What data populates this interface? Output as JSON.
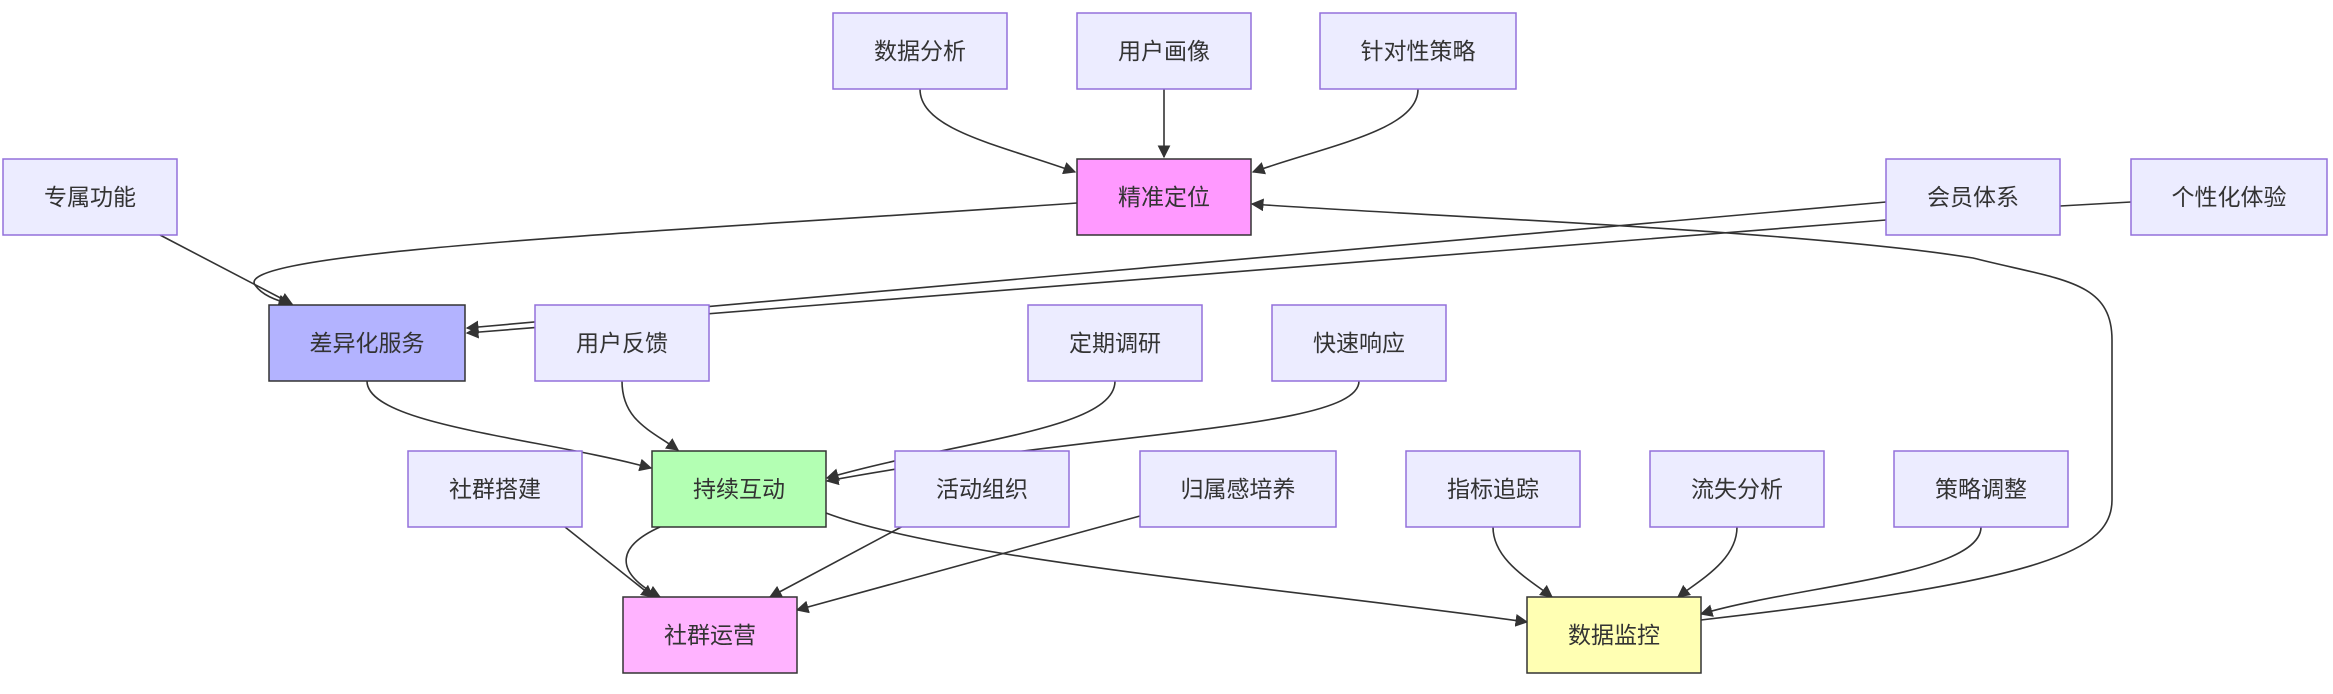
{
  "colors": {
    "default_fill": "#ECECFF",
    "default_stroke": "#9370DB",
    "dark_stroke": "#333333",
    "edge": "#333333"
  },
  "nodes": [
    {
      "id": "shuju_fenxi",
      "label": "数据分析",
      "style": "default"
    },
    {
      "id": "yonghu_huaxiang",
      "label": "用户画像",
      "style": "default"
    },
    {
      "id": "zhendui_celue",
      "label": "针对性策略",
      "style": "default"
    },
    {
      "id": "jingzhun_dingwei",
      "label": "精准定位",
      "style": "pink_strong",
      "fill": "#FF99FF"
    },
    {
      "id": "zhuanshu_gongneng",
      "label": "专属功能",
      "style": "default"
    },
    {
      "id": "huiyuan_tixi",
      "label": "会员体系",
      "style": "default"
    },
    {
      "id": "gexinghua_tiyan",
      "label": "个性化体验",
      "style": "default"
    },
    {
      "id": "chayihua_fuwu",
      "label": "差异化服务",
      "style": "blue",
      "fill": "#B3B3FF"
    },
    {
      "id": "yonghu_fankui",
      "label": "用户反馈",
      "style": "default"
    },
    {
      "id": "dingqi_diaoyan",
      "label": "定期调研",
      "style": "default"
    },
    {
      "id": "kuaisu_xiangying",
      "label": "快速响应",
      "style": "default"
    },
    {
      "id": "shequn_dajian",
      "label": "社群搭建",
      "style": "default"
    },
    {
      "id": "chixu_hudong",
      "label": "持续互动",
      "style": "green",
      "fill": "#B3FFB3"
    },
    {
      "id": "huodong_zuzhi",
      "label": "活动组织",
      "style": "default"
    },
    {
      "id": "guishugan_peiyang",
      "label": "归属感培养",
      "style": "default"
    },
    {
      "id": "zhibiao_zhuizong",
      "label": "指标追踪",
      "style": "default"
    },
    {
      "id": "liushi_fenxi",
      "label": "流失分析",
      "style": "default"
    },
    {
      "id": "celue_tiaozheng",
      "label": "策略调整",
      "style": "default"
    },
    {
      "id": "shequn_yunying",
      "label": "社群运营",
      "style": "pink_light",
      "fill": "#FFB3FF"
    },
    {
      "id": "shuju_jiankong",
      "label": "数据监控",
      "style": "yellow",
      "fill": "#FFFFB3"
    }
  ],
  "edges": [
    {
      "from": "shuju_fenxi",
      "to": "jingzhun_dingwei"
    },
    {
      "from": "yonghu_huaxiang",
      "to": "jingzhun_dingwei"
    },
    {
      "from": "zhendui_celue",
      "to": "jingzhun_dingwei"
    },
    {
      "from": "jingzhun_dingwei",
      "to": "chayihua_fuwu"
    },
    {
      "from": "zhuanshu_gongneng",
      "to": "chayihua_fuwu"
    },
    {
      "from": "huiyuan_tixi",
      "to": "chayihua_fuwu"
    },
    {
      "from": "gexinghua_tiyan",
      "to": "chayihua_fuwu"
    },
    {
      "from": "chayihua_fuwu",
      "to": "chixu_hudong"
    },
    {
      "from": "yonghu_fankui",
      "to": "chixu_hudong"
    },
    {
      "from": "dingqi_diaoyan",
      "to": "chixu_hudong"
    },
    {
      "from": "kuaisu_xiangying",
      "to": "chixu_hudong"
    },
    {
      "from": "chixu_hudong",
      "to": "shequn_yunying"
    },
    {
      "from": "shequn_dajian",
      "to": "shequn_yunying"
    },
    {
      "from": "huodong_zuzhi",
      "to": "shequn_yunying"
    },
    {
      "from": "guishugan_peiyang",
      "to": "shequn_yunying"
    },
    {
      "from": "chixu_hudong",
      "to": "shuju_jiankong"
    },
    {
      "from": "zhibiao_zhuizong",
      "to": "shuju_jiankong"
    },
    {
      "from": "liushi_fenxi",
      "to": "shuju_jiankong"
    },
    {
      "from": "celue_tiaozheng",
      "to": "shuju_jiankong"
    },
    {
      "from": "shuju_jiankong",
      "to": "jingzhun_dingwei"
    }
  ]
}
